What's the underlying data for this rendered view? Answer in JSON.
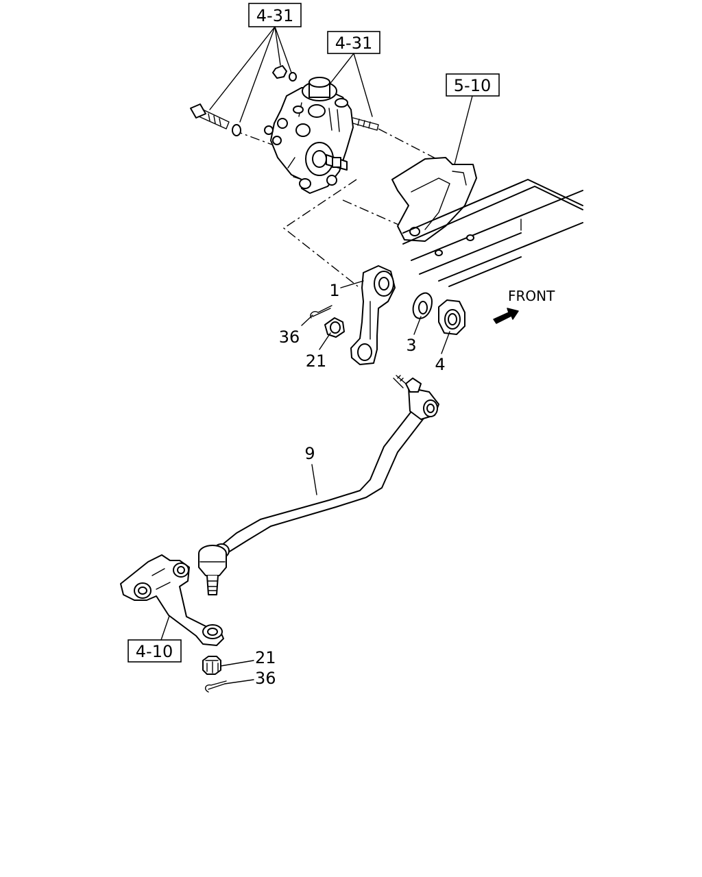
{
  "references": {
    "ref_top_left": "4-31",
    "ref_top_mid": "4-31",
    "ref_frame": "5-10",
    "ref_idler_arm": "4-10"
  },
  "callouts": {
    "pitman_arm": "1",
    "washer": "3",
    "nut": "4",
    "cotter_pin_upper": "36",
    "castle_nut_upper": "21",
    "drag_link": "9",
    "castle_nut_lower": "21",
    "cotter_pin_lower": "36"
  },
  "direction_label": "FRONT"
}
